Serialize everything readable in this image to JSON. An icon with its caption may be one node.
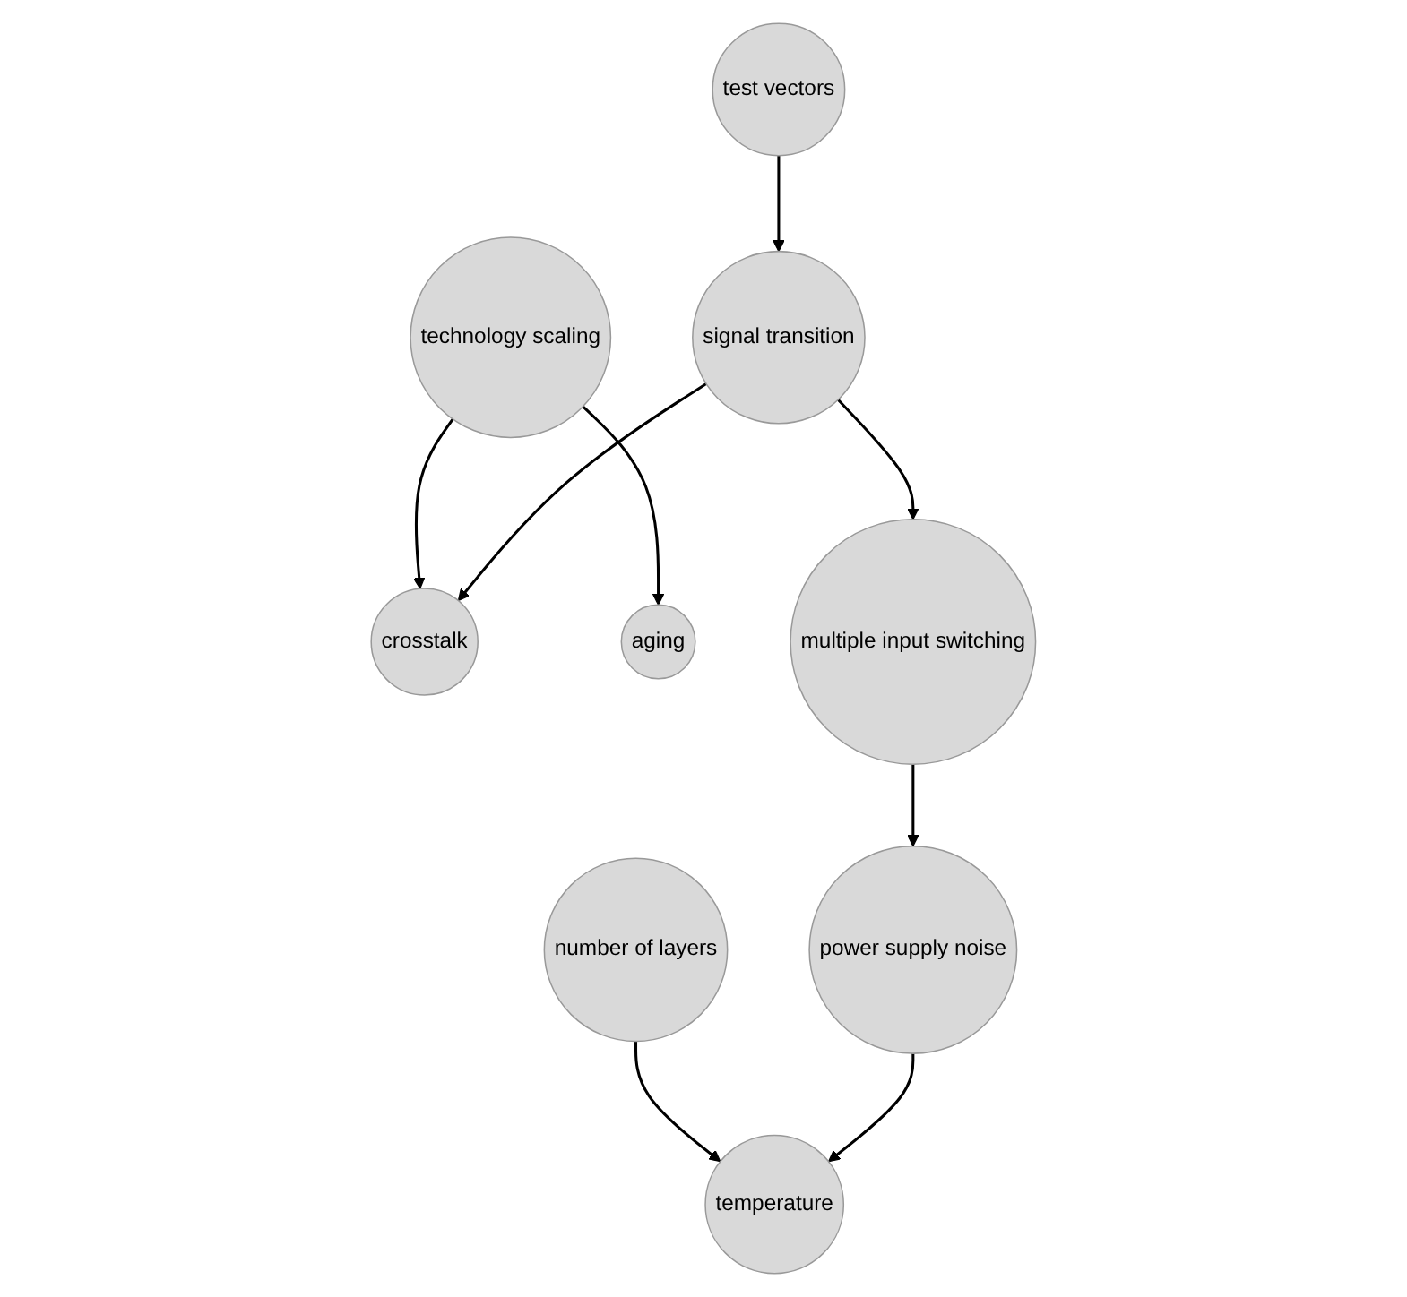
{
  "diagram": {
    "nodes": [
      {
        "text": [
          "technology scaling"
        ]
      },
      {
        "text": [
          "crosstalk"
        ]
      },
      {
        "text": [
          "signal transition"
        ]
      },
      {
        "text": [
          "aging"
        ]
      },
      {
        "text": [
          "test vectors"
        ]
      },
      {
        "text": [
          "multiple input switching"
        ]
      },
      {
        "text": [
          "number of layers"
        ]
      },
      {
        "text": [
          "temperature"
        ]
      },
      {
        "text": [
          "power supply noise"
        ]
      }
    ],
    "edges": [
      {
        "from": 0,
        "to": 1,
        "arrow": "to"
      },
      {
        "from": 2,
        "to": 1,
        "arrow": "to"
      },
      {
        "from": 0,
        "to": 3,
        "arrow": "to"
      },
      {
        "from": 4,
        "to": 2,
        "arrow": "to"
      },
      {
        "from": 2,
        "to": 5,
        "arrow": "to"
      },
      {
        "from": 5,
        "to": 8,
        "arrow": "to"
      },
      {
        "from": 6,
        "to": 7,
        "arrow": "to"
      },
      {
        "from": 8,
        "to": 7,
        "arrow": "to"
      }
    ]
  }
}
